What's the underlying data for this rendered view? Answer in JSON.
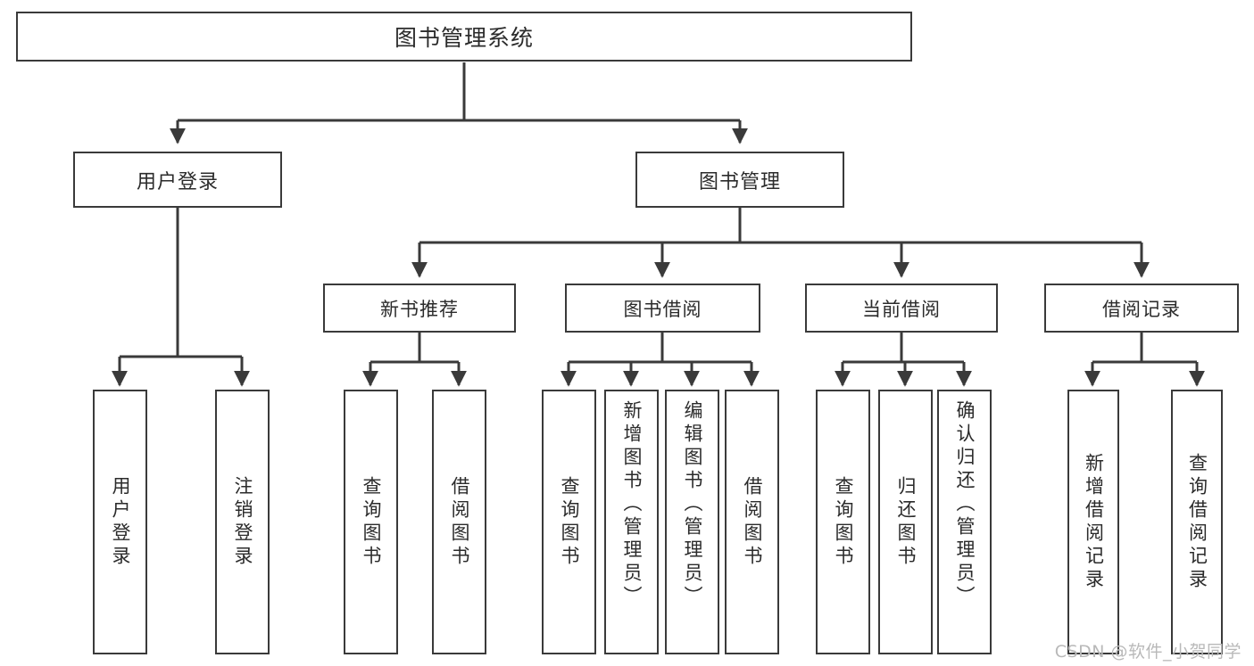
{
  "diagram": {
    "title": "图书管理系统",
    "watermark": "CSDN @软件_小贺同学",
    "colors": {
      "stroke": "#3a3a3a",
      "fill": "#ffffff",
      "text": "#2b2b2b",
      "watermark": "#b9b9b9"
    },
    "root": {
      "label": "图书管理系统"
    },
    "level1": [
      {
        "label": "用户登录"
      },
      {
        "label": "图书管理"
      }
    ],
    "level2": [
      {
        "label": "新书推荐"
      },
      {
        "label": "图书借阅"
      },
      {
        "label": "当前借阅"
      },
      {
        "label": "借阅记录"
      }
    ],
    "leaves": {
      "user_login": [
        {
          "label": "用户登录"
        },
        {
          "label": "注销登录"
        }
      ],
      "new_book_recommend": [
        {
          "label": "查询图书"
        },
        {
          "label": "借阅图书"
        }
      ],
      "book_borrow": [
        {
          "label": "查询图书"
        },
        {
          "label": "新增图书（管理员）"
        },
        {
          "label": "编辑图书（管理员）"
        },
        {
          "label": "借阅图书"
        }
      ],
      "current_borrow": [
        {
          "label": "查询图书"
        },
        {
          "label": "归还图书"
        },
        {
          "label": "确认归还（管理员）"
        }
      ],
      "borrow_record": [
        {
          "label": "新增借阅记录"
        },
        {
          "label": "查询借阅记录"
        }
      ]
    }
  }
}
